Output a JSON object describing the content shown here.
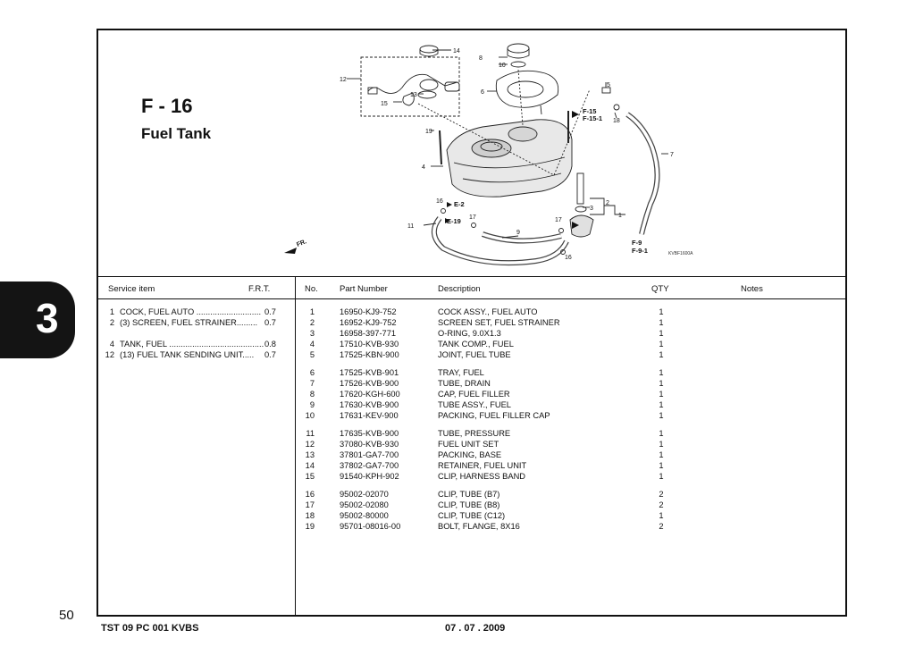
{
  "section": {
    "code": "F - 16",
    "title": "Fuel Tank"
  },
  "chapter_tab": "3",
  "page_number": "50",
  "footer": {
    "left": "TST 09 PC 001 KVBS",
    "date": "07 . 07 . 2009"
  },
  "diagram": {
    "callouts": [
      "1",
      "2",
      "3",
      "4",
      "5",
      "6",
      "7",
      "8",
      "9",
      "10",
      "11",
      "12",
      "13",
      "14",
      "15",
      "16",
      "17",
      "18",
      "19"
    ],
    "refs": {
      "f15": "F-15",
      "f15_1": "F-15-1",
      "e2": "E-2",
      "e19": "E-19",
      "f9": "F-9",
      "f9_1": "F-9-1",
      "fr": "FR.",
      "code": "KVBF1600A"
    }
  },
  "service_table": {
    "headers": {
      "item": "Service item",
      "frt": "F.R.T."
    },
    "rows": [
      {
        "no": "1",
        "desc": "COCK, FUEL AUTO ............................",
        "frt": "0.7"
      },
      {
        "no": "2",
        "desc": "(3) SCREEN, FUEL STRAINER.........",
        "frt": "0.7"
      },
      {
        "no": "4",
        "desc": "TANK, FUEL .........................................",
        "frt": "0.8"
      },
      {
        "no": "12",
        "desc": "(13)  FUEL TANK SENDING UNIT.....",
        "frt": "0.7"
      }
    ]
  },
  "parts_table": {
    "headers": {
      "no": "No.",
      "part_number": "Part Number",
      "description": "Description",
      "qty": "QTY",
      "notes": "Notes"
    },
    "rows": [
      {
        "no": "1",
        "pn": "16950-KJ9-752",
        "desc": "COCK ASSY., FUEL AUTO",
        "qty": "1"
      },
      {
        "no": "2",
        "pn": "16952-KJ9-752",
        "desc": "SCREEN SET, FUEL STRAINER",
        "qty": "1"
      },
      {
        "no": "3",
        "pn": "16958-397-771",
        "desc": "O-RING, 9.0X1.3",
        "qty": "1"
      },
      {
        "no": "4",
        "pn": "17510-KVB-930",
        "desc": "TANK COMP., FUEL",
        "qty": "1"
      },
      {
        "no": "5",
        "pn": "17525-KBN-900",
        "desc": "JOINT, FUEL TUBE",
        "qty": "1"
      },
      {
        "no": "6",
        "pn": "17525-KVB-901",
        "desc": "TRAY, FUEL",
        "qty": "1"
      },
      {
        "no": "7",
        "pn": "17526-KVB-900",
        "desc": "TUBE, DRAIN",
        "qty": "1"
      },
      {
        "no": "8",
        "pn": "17620-KGH-600",
        "desc": "CAP, FUEL FILLER",
        "qty": "1"
      },
      {
        "no": "9",
        "pn": "17630-KVB-900",
        "desc": "TUBE ASSY., FUEL",
        "qty": "1"
      },
      {
        "no": "10",
        "pn": "17631-KEV-900",
        "desc": "PACKING, FUEL FILLER CAP",
        "qty": "1"
      },
      {
        "no": "11",
        "pn": "17635-KVB-900",
        "desc": "TUBE, PRESSURE",
        "qty": "1"
      },
      {
        "no": "12",
        "pn": "37080-KVB-930",
        "desc": "FUEL UNIT SET",
        "qty": "1"
      },
      {
        "no": "13",
        "pn": "37801-GA7-700",
        "desc": "PACKING, BASE",
        "qty": "1"
      },
      {
        "no": "14",
        "pn": "37802-GA7-700",
        "desc": "RETAINER, FUEL UNIT",
        "qty": "1"
      },
      {
        "no": "15",
        "pn": "91540-KPH-902",
        "desc": "CLIP, HARNESS BAND",
        "qty": "1"
      },
      {
        "no": "16",
        "pn": "95002-02070",
        "desc": "CLIP, TUBE (B7)",
        "qty": "2"
      },
      {
        "no": "17",
        "pn": "95002-02080",
        "desc": "CLIP, TUBE (B8)",
        "qty": "2"
      },
      {
        "no": "18",
        "pn": "95002-80000",
        "desc": "CLIP, TUBE (C12)",
        "qty": "1"
      },
      {
        "no": "19",
        "pn": "95701-08016-00",
        "desc": "BOLT, FLANGE, 8X16",
        "qty": "2"
      }
    ]
  }
}
